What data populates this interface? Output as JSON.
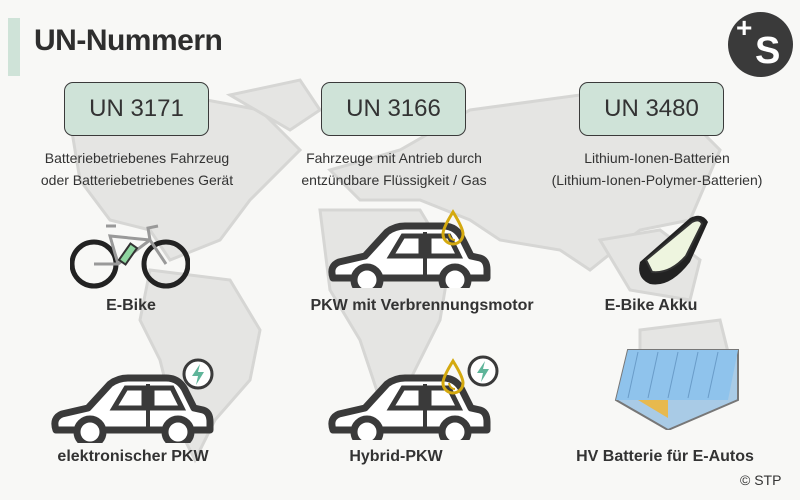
{
  "header": {
    "title": "UN-Nummern",
    "logo_text": "+S"
  },
  "columns": [
    {
      "un": "UN 3171",
      "desc_line1": "Batteriebetriebenes Fahrzeug",
      "desc_line2": "oder Batteriebetriebenes Gerät"
    },
    {
      "un": "UN 3166",
      "desc_line1": "Fahrzeuge mit Antrieb durch",
      "desc_line2": "entzündbare Flüssigkeit / Gas"
    },
    {
      "un": "UN 3480",
      "desc_line1": "Lithium-Ionen-Batterien",
      "desc_line2": "(Lithium-Ionen-Polymer-Batterien)"
    }
  ],
  "items": [
    {
      "label": "E-Bike",
      "icon": "bicycle-icon"
    },
    {
      "label": "PKW mit Verbrennungsmotor",
      "icon": "car-fuel-icon"
    },
    {
      "label": "E-Bike Akku",
      "icon": "battery-pack-icon"
    },
    {
      "label": "elektronischer PKW",
      "icon": "car-electric-icon"
    },
    {
      "label": "Hybrid-PKW",
      "icon": "car-hybrid-icon"
    },
    {
      "label": "HV Batterie für E-Autos",
      "icon": "hv-battery-icon"
    }
  ],
  "footer": {
    "copyright": "© STP"
  },
  "colors": {
    "accent": "#cfe3d8",
    "fuel": "#d4a90f",
    "electric": "#5fb59a",
    "dark": "#3a3a3a"
  }
}
